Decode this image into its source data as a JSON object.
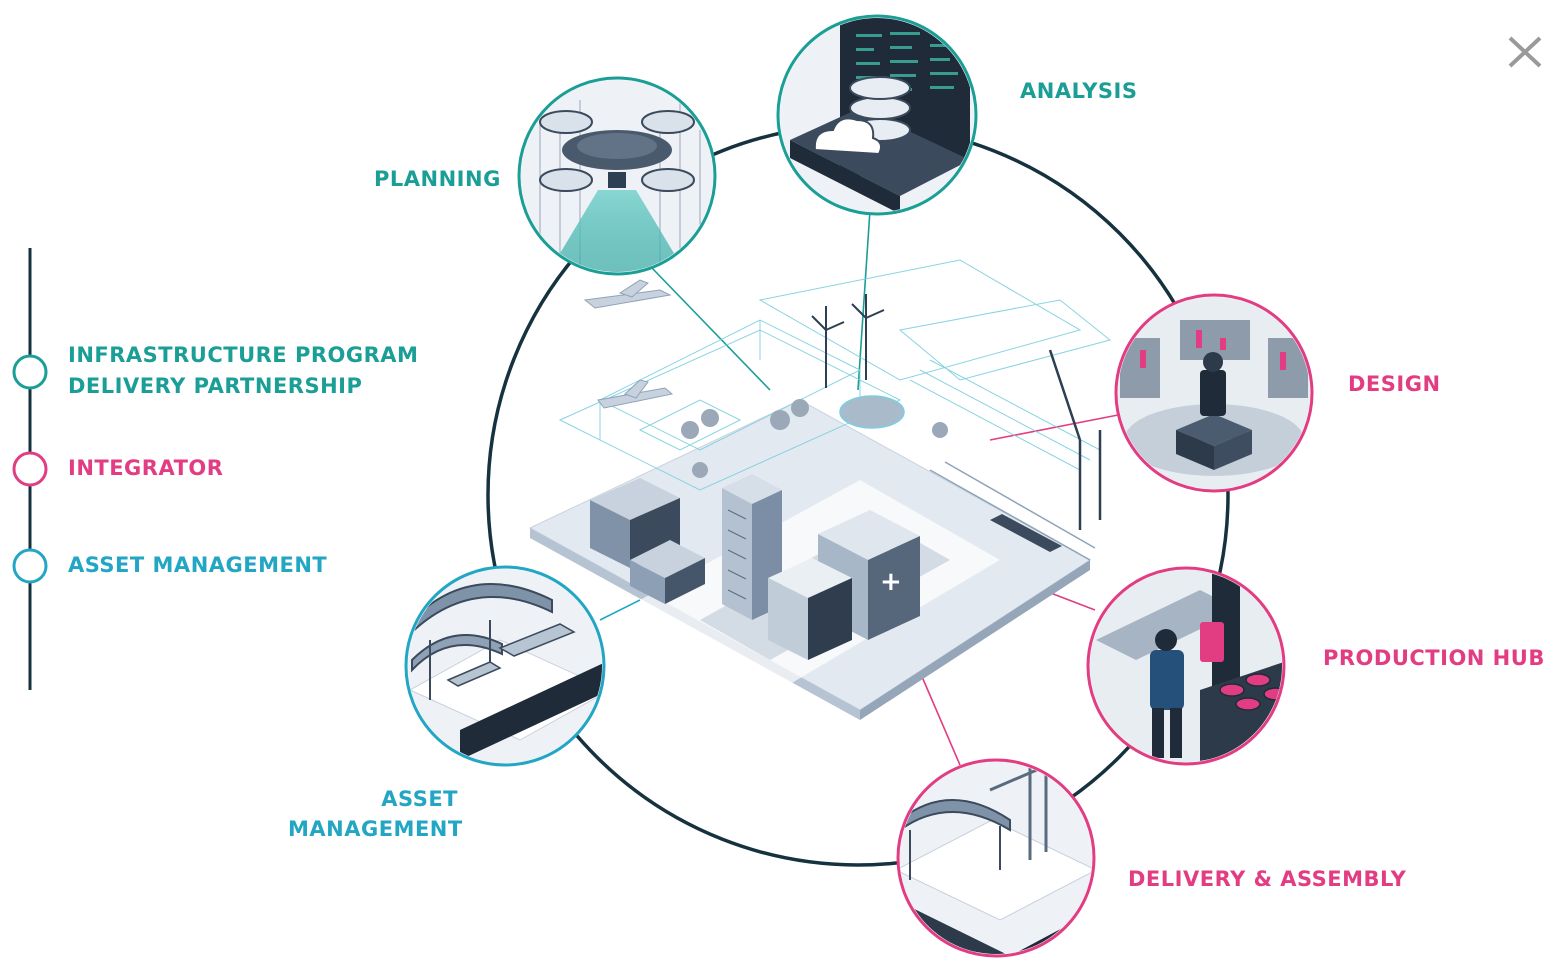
{
  "legend": {
    "items": [
      {
        "label_line1": "INFRASTRUCTURE PROGRAM",
        "label_line2": "DELIVERY PARTNERSHIP",
        "color": "#1a9e96"
      },
      {
        "label_line1": "INTEGRATOR",
        "color": "#e23d82"
      },
      {
        "label_line1": "ASSET MANAGEMENT",
        "color": "#22a6c4"
      }
    ],
    "line_color": "#16323f"
  },
  "stages": {
    "planning": {
      "label": "PLANNING",
      "color": "#1a9e96"
    },
    "analysis": {
      "label": "ANALYSIS",
      "color": "#1a9e96"
    },
    "design": {
      "label": "DESIGN",
      "color": "#e23d82"
    },
    "production_hub": {
      "label": "PRODUCTION HUB",
      "color": "#e23d82"
    },
    "delivery_assembly": {
      "label": "DELIVERY & ASSEMBLY",
      "color": "#e23d82"
    },
    "asset_management": {
      "label_line1": "ASSET",
      "label_line2": "MANAGEMENT",
      "color": "#22a6c4"
    }
  },
  "close": {
    "icon": "close-icon"
  },
  "colors": {
    "ring": "#16323f",
    "teal": "#1a9e96",
    "pink": "#e23d82",
    "cyan": "#22a6c4",
    "city": "#9fb0c4"
  }
}
